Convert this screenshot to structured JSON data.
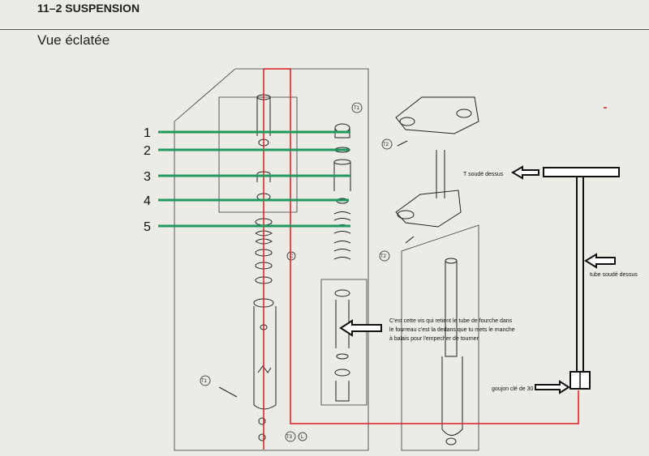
{
  "header": {
    "chapter": "11–2 SUSPENSION",
    "section": "Vue éclatée"
  },
  "numbers": [
    "1",
    "2",
    "3",
    "4",
    "5"
  ],
  "part_tags": {
    "t1": "T1",
    "t2": "T2",
    "t3": "T3",
    "l": "L",
    "c": "C"
  },
  "annotations": {
    "t_welded": "T soudé dessus",
    "tube_welded": "tube soudé dessus",
    "screw_note_1": "C'est cette vis qui retient le tube de fourche dans",
    "screw_note_2": "le fourreau c'est la dedans que tu mets le manche",
    "screw_note_3": "à balais pour l'empecher de tourner",
    "nut_note": "goujon clé de 30"
  },
  "colors": {
    "line_green": "#1f9a5a",
    "line_red": "#d42020",
    "ink": "#1a1a1a"
  }
}
